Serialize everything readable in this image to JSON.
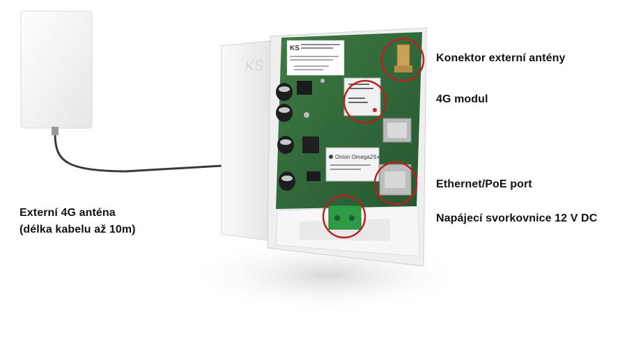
{
  "labels": {
    "ext_antenna_connector": "Konektor externí antény",
    "module_4g": "4G modul",
    "ethernet_poe": "Ethernet/PoE port",
    "power_terminal": "Napájecí svorkovnice 12 V DC",
    "ext_antenna_line1": "Externí 4G anténa",
    "ext_antenna_line2": "(délka kabelu až 10m)"
  },
  "board": {
    "brand_logo": "KS",
    "case_logo": "KS",
    "module_label": "Onion Omega2S+"
  },
  "colors": {
    "highlight_circle": "#b8221e",
    "pcb": "#2f6b3a",
    "case": "#f3f3f3",
    "text": "#111111"
  }
}
